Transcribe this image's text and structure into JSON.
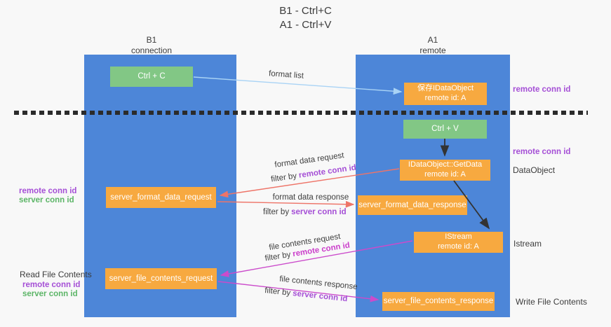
{
  "title": {
    "line1": "B1 - Ctrl+C",
    "line2": "A1 - Ctrl+V"
  },
  "lanes": {
    "left": {
      "name": "B1",
      "role": "connection"
    },
    "right": {
      "name": "A1",
      "role": "remote"
    }
  },
  "nodes": {
    "ctrl_c": "Ctrl + C",
    "save_dataobject_line1": "保存IDataObject",
    "save_dataobject_line2": "remote id: A",
    "ctrl_v": "Ctrl + V",
    "getdata_line1": "IDataObject::GetData",
    "getdata_line2": "remote id: A",
    "format_request": "server_format_data_request",
    "format_response": "server_format_data_response",
    "istream_line1": "IStream",
    "istream_line2": "remote id: A",
    "file_request": "server_file_contents_request",
    "file_response": "server_file_contents_response"
  },
  "arrows": {
    "format_list": "format list",
    "format_data_request": "format data request",
    "format_data_response": "format data response",
    "file_contents_request": "file contents request",
    "file_contents_response": "file contents response",
    "filter_by": "filter by",
    "remote_conn_id": "remote conn id",
    "server_conn_id": "server conn id"
  },
  "annotations": {
    "remote_conn_id": "remote conn id",
    "server_conn_id": "server conn id",
    "dataobject": "DataObject",
    "istream": "Istream",
    "read_file_contents": "Read File Contents",
    "write_file_contents": "Write File Contents"
  },
  "colors": {
    "lane_blue": "#4d86d8",
    "node_green": "#82c785",
    "node_orange": "#f7a940",
    "arrow_light_blue": "#a9d3f5",
    "arrow_red": "#ee7468",
    "arrow_magenta": "#cb4bcb",
    "arrow_black": "#333333",
    "text_purple": "#a54fd6",
    "text_green": "#5cb567",
    "text_magenta": "#cb3fcb"
  }
}
